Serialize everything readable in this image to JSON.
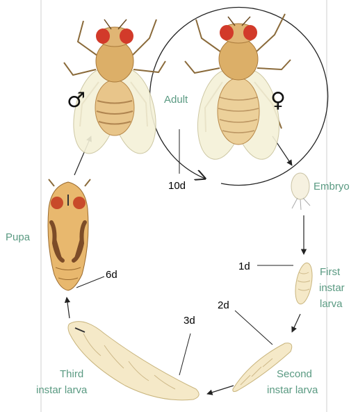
{
  "colors": {
    "stage_text": "#5a9a82",
    "line": "#222222",
    "fly_body": "#e8c58a",
    "fly_eye": "#d23a2a",
    "wing": "#f4f1d8",
    "larva": "#f5e9c8",
    "pupa_dark": "#6a3a1c"
  },
  "stages": {
    "adult": "Adult",
    "embryo": "Embryo",
    "first_instar": [
      "First",
      "instar",
      "larva"
    ],
    "second_instar": [
      "Second",
      "instar larva"
    ],
    "third_instar": [
      "Third",
      "instar larva"
    ],
    "pupa": "Pupa"
  },
  "days": {
    "d10": "10d",
    "d1": "1d",
    "d2": "2d",
    "d3": "3d",
    "d6": "6d"
  },
  "symbols": {
    "male": "♂",
    "female": "♀"
  },
  "icons": [
    "male-fly-icon",
    "female-fly-icon",
    "embryo-icon",
    "first-instar-larva-icon",
    "second-instar-larva-icon",
    "third-instar-larva-icon",
    "pupa-icon"
  ]
}
